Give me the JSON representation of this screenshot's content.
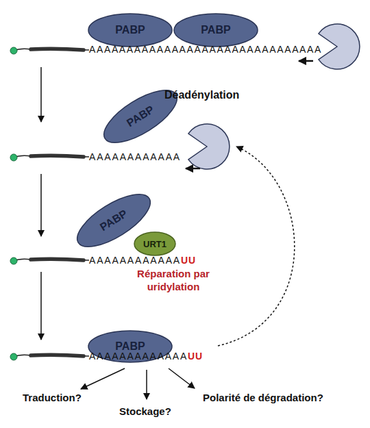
{
  "diagram": {
    "nodes": [
      {
        "text": [
          "PABP"
        ]
      },
      {
        "text": [
          "PABP"
        ]
      },
      {
        "text": [
          "PABP"
        ]
      },
      {
        "text": [
          "PABP"
        ]
      },
      {
        "text": [
          "URT1"
        ]
      },
      {
        "text": [
          "PABP"
        ]
      }
    ],
    "labels": [
      "AAAAAAAAAAAAAAAAAAAAAAAAAAAAAAA",
      "Déadénylation",
      "AAAAAAAAAAAA",
      "AAAAAAAAAAAA",
      "UU",
      "Réparation par uridylation",
      "AAAAAAAAAAAAA",
      "UU",
      "Traduction?",
      "Stockage?",
      "Polarité de dégradation?"
    ]
  }
}
